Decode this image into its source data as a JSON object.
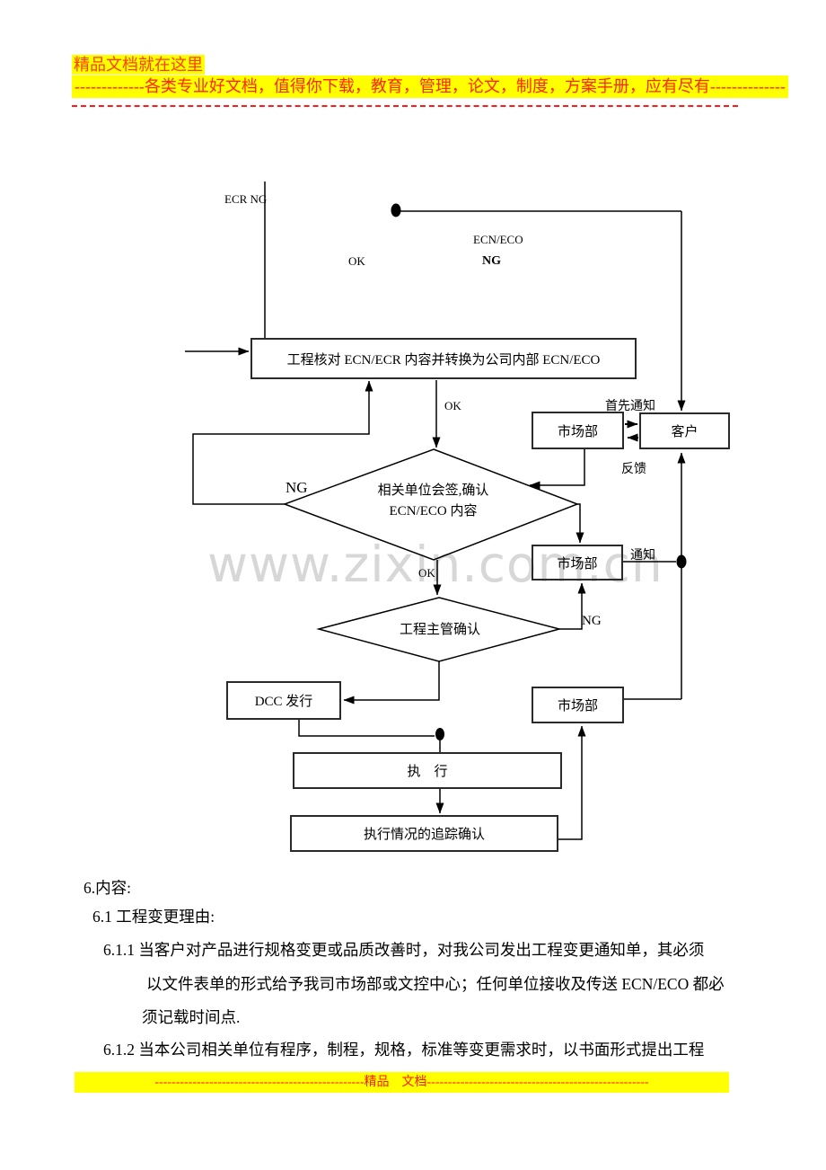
{
  "header": {
    "line1": "精品文档就在这里",
    "line2": "-------------各类专业好文档，值得你下载，教育，管理，论文，制度，方案手册，应有尽有--------------"
  },
  "watermark": "www.zixin.com.cn",
  "flowchart": {
    "boxes": {
      "main": "工程核对 ECN/ECR 内容并转换为公司内部 ECN/ECO",
      "marketing1": "市场部",
      "customer": "客户",
      "marketing2": "市场部",
      "marketing3": "市场部",
      "dcc": "DCC 发行",
      "execute": "执　行",
      "trace": "执行情况的追踪确认"
    },
    "diamonds": {
      "d1_line1": "相关单位会签,确认",
      "d1_line2": "ECN/ECO 内容",
      "d2": "工程主管确认"
    },
    "labels": {
      "ecr_ng": "ECR NG",
      "ecn_eco": "ECN/ECO",
      "ok_top": "OK",
      "ng_top": "NG",
      "ok_mid": "OK",
      "first_notify": "首先通知",
      "feedback": "反馈",
      "ng_d1": "NG",
      "notify": "通知",
      "ok_d1": "OK",
      "ng_d2": "NG"
    }
  },
  "body": {
    "lines": [
      "6.内容:",
      "6.1 工程变更理由:",
      "6.1.1 当客户对产品进行规格变更或品质改善时，对我公司发出工程变更通知单，其必须",
      "以文件表单的形式给予我司市场部或文控中心；任何单位接收及传送 ECN/ECO 都必",
      "须记载时间点.",
      "6.1.2 当本公司相关单位有程序，制程，规格，标准等变更需求时，以书面形式提出工程"
    ]
  },
  "footer": {
    "text": "--------------------------------------------------精品　文档-----------------------------------------------------"
  }
}
